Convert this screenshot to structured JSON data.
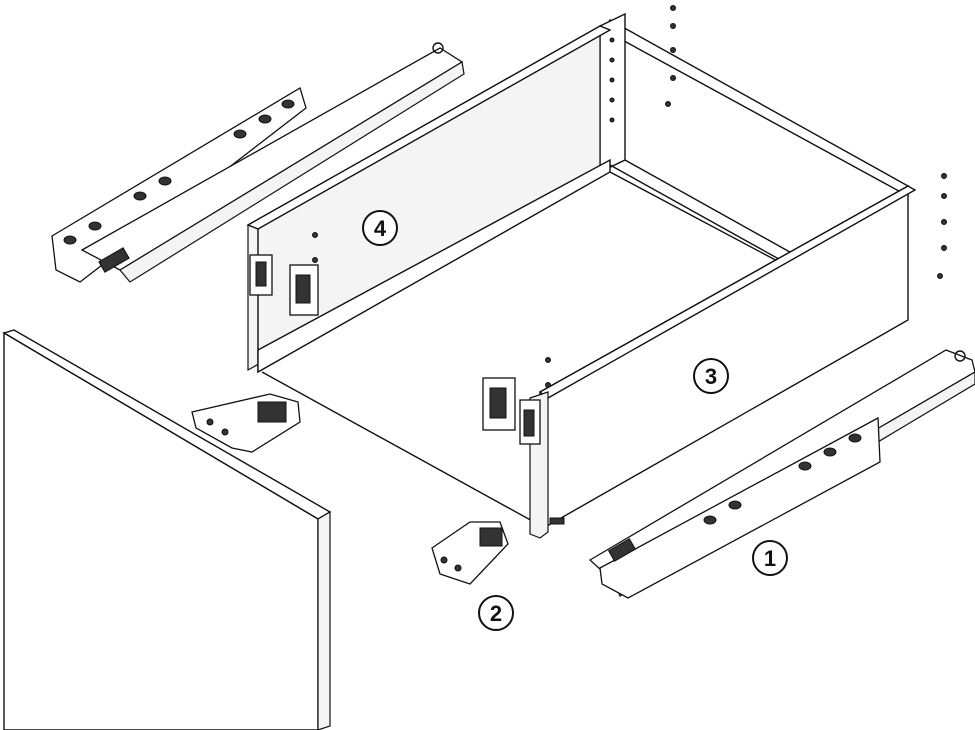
{
  "callouts": [
    {
      "id": "1",
      "label": "1",
      "part": "runner"
    },
    {
      "id": "2",
      "label": "2",
      "part": "front-fixing-bracket"
    },
    {
      "id": "3",
      "label": "3",
      "part": "drawer-side-right"
    },
    {
      "id": "4",
      "label": "4",
      "part": "drawer-side-left"
    }
  ],
  "colors": {
    "line": "#111111",
    "fill": "#ffffff",
    "shade": "#f4f4f4"
  }
}
